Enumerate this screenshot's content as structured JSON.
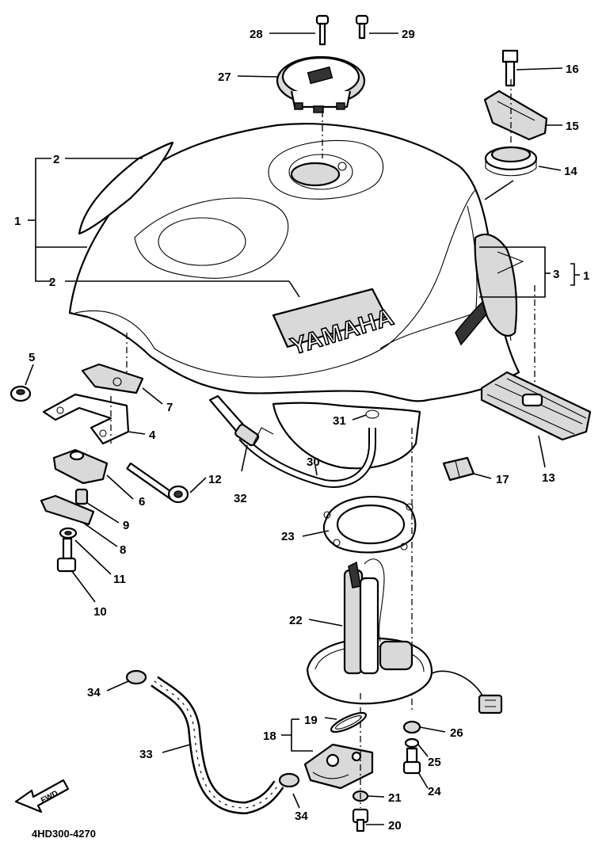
{
  "diagram": {
    "drawing_code": "4HD300-4270",
    "brand_text": "YAMAHA",
    "fwd_text": "FWD",
    "callouts": [
      {
        "id": "1",
        "label": "1"
      },
      {
        "id": "2a",
        "label": "2"
      },
      {
        "id": "2b",
        "label": "2"
      },
      {
        "id": "3",
        "label": "3"
      },
      {
        "id": "1b",
        "label": "1"
      },
      {
        "id": "4",
        "label": "4"
      },
      {
        "id": "5",
        "label": "5"
      },
      {
        "id": "6",
        "label": "6"
      },
      {
        "id": "7",
        "label": "7"
      },
      {
        "id": "8",
        "label": "8"
      },
      {
        "id": "9",
        "label": "9"
      },
      {
        "id": "10",
        "label": "10"
      },
      {
        "id": "11",
        "label": "11"
      },
      {
        "id": "12",
        "label": "12"
      },
      {
        "id": "13",
        "label": "13"
      },
      {
        "id": "14",
        "label": "14"
      },
      {
        "id": "15",
        "label": "15"
      },
      {
        "id": "16",
        "label": "16"
      },
      {
        "id": "17",
        "label": "17"
      },
      {
        "id": "18",
        "label": "18"
      },
      {
        "id": "19",
        "label": "19"
      },
      {
        "id": "20",
        "label": "20"
      },
      {
        "id": "21",
        "label": "21"
      },
      {
        "id": "22",
        "label": "22"
      },
      {
        "id": "23",
        "label": "23"
      },
      {
        "id": "24",
        "label": "24"
      },
      {
        "id": "25",
        "label": "25"
      },
      {
        "id": "26",
        "label": "26"
      },
      {
        "id": "27",
        "label": "27"
      },
      {
        "id": "28",
        "label": "28"
      },
      {
        "id": "29",
        "label": "29"
      },
      {
        "id": "30",
        "label": "30"
      },
      {
        "id": "31",
        "label": "31"
      },
      {
        "id": "32",
        "label": "32"
      },
      {
        "id": "33",
        "label": "33"
      },
      {
        "id": "34a",
        "label": "34"
      },
      {
        "id": "34b",
        "label": "34"
      }
    ]
  }
}
